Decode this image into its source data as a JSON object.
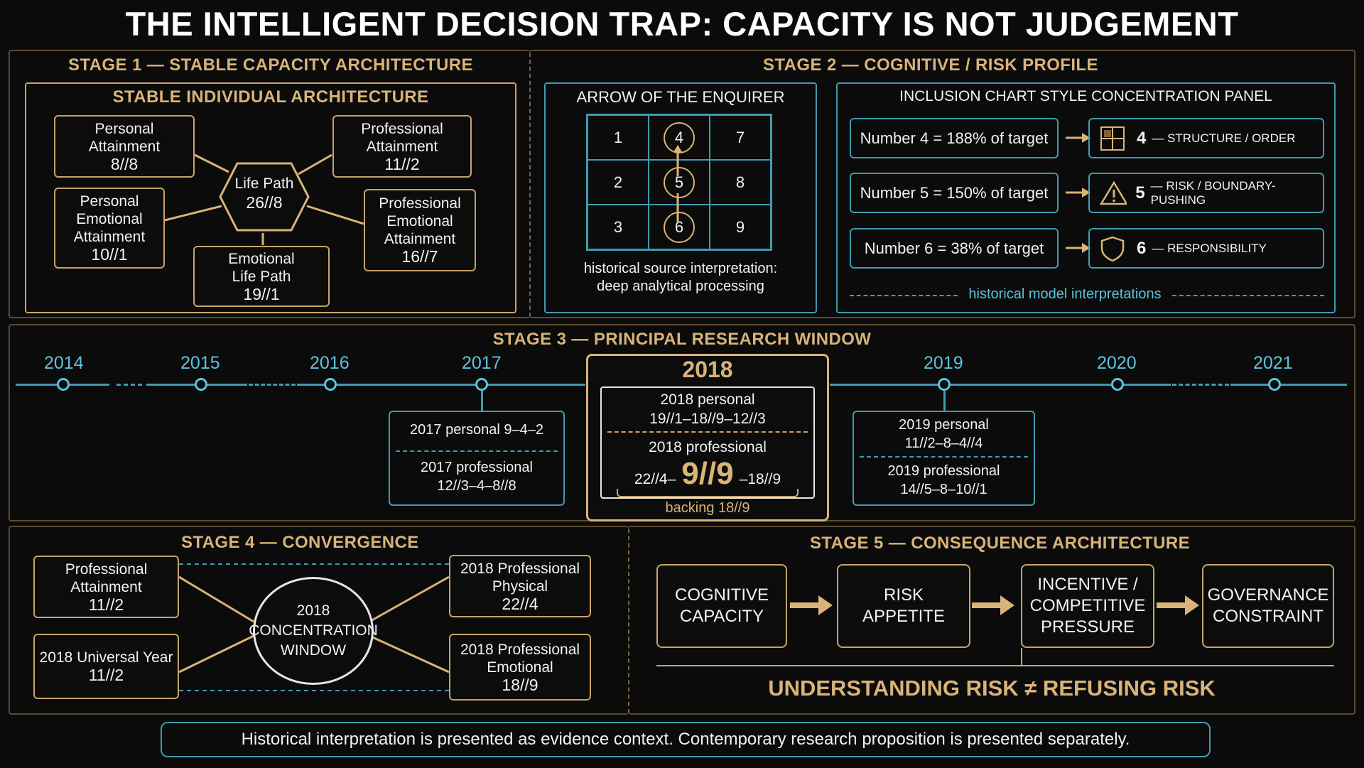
{
  "title": "THE INTELLIGENT DECISION TRAP: CAPACITY IS NOT JUDGEMENT",
  "stage1": {
    "title": "STAGE 1 — STABLE CAPACITY ARCHITECTURE",
    "panel_title": "STABLE INDIVIDUAL ARCHITECTURE",
    "personal_attainment": {
      "label": "Personal\nAttainment",
      "value": "8//8"
    },
    "professional_attainment": {
      "label": "Professional\nAttainment",
      "value": "11//2"
    },
    "personal_emotional": {
      "label": "Personal\nEmotional\nAttainment",
      "value": "10//1"
    },
    "professional_emotional": {
      "label": "Professional\nEmotional\nAttainment",
      "value": "16//7"
    },
    "life_path": {
      "label": "Life Path",
      "value": "26//8"
    },
    "emotional_life_path": {
      "label": "Emotional\nLife Path",
      "value": "19//1"
    }
  },
  "stage2": {
    "title": "STAGE 2 — COGNITIVE / RISK PROFILE",
    "arrow_panel": {
      "title": "ARROW OF THE ENQUIRER",
      "grid": [
        "1",
        "4",
        "7",
        "2",
        "5",
        "8",
        "3",
        "6",
        "9"
      ],
      "caption": "historical source interpretation:\ndeep analytical processing"
    },
    "inclusion_panel": {
      "title": "INCLUSION CHART STYLE CONCENTRATION PANEL",
      "rows": [
        {
          "left": "Number 4 = 188% of target",
          "num": "4",
          "text": "— STRUCTURE / ORDER",
          "icon": "grid-icon"
        },
        {
          "left": "Number 5 = 150% of target",
          "num": "5",
          "text": "— RISK / BOUNDARY-PUSHING",
          "icon": "warning-icon"
        },
        {
          "left": "Number 6 =  38% of target",
          "num": "6",
          "text": "— RESPONSIBILITY",
          "icon": "shield-icon"
        }
      ],
      "footer": "historical model interpretations"
    }
  },
  "stage3": {
    "title": "STAGE 3 — PRINCIPAL RESEARCH WINDOW",
    "years": [
      "2014",
      "2015",
      "2016",
      "2017",
      "2019",
      "2020",
      "2021"
    ],
    "focus_year": "2018",
    "box2017": {
      "personal": "2017 personal 9–4–2",
      "professional": "2017 professional\n12//3–4–8//8"
    },
    "box2018": {
      "personal": "2018 personal\n19//1–18//9–12//3",
      "professional_label": "2018 professional",
      "prof_left": "22//4–",
      "prof_main": "9//9",
      "prof_right": "–18//9",
      "backing": "backing 18//9"
    },
    "box2019": {
      "personal": "2019 personal\n11//2–8–4//4",
      "professional": "2019 professional\n14//5–8–10//1"
    }
  },
  "stage4": {
    "title": "STAGE 4 — CONVERGENCE",
    "left_top": {
      "label": "Professional\nAttainment",
      "value": "11//2"
    },
    "left_bottom": {
      "label": "2018 Universal Year",
      "value": "11//2"
    },
    "right_top": {
      "label": "2018 Professional\nPhysical",
      "value": "22//4"
    },
    "right_bottom": {
      "label": "2018 Professional\nEmotional",
      "value": "18//9"
    },
    "center": "2018\nCONCENTRATION\nWINDOW"
  },
  "stage5": {
    "title": "STAGE 5 — CONSEQUENCE ARCHITECTURE",
    "flow": [
      "COGNITIVE\nCAPACITY",
      "RISK\nAPPETITE",
      "INCENTIVE /\nCOMPETITIVE\nPRESSURE",
      "GOVERNANCE\nCONSTRAINT"
    ],
    "tagline": "UNDERSTANDING RISK ≠ REFUSING RISK"
  },
  "footer": "Historical interpretation is presented as evidence context. Contemporary research proposition is presented separately."
}
